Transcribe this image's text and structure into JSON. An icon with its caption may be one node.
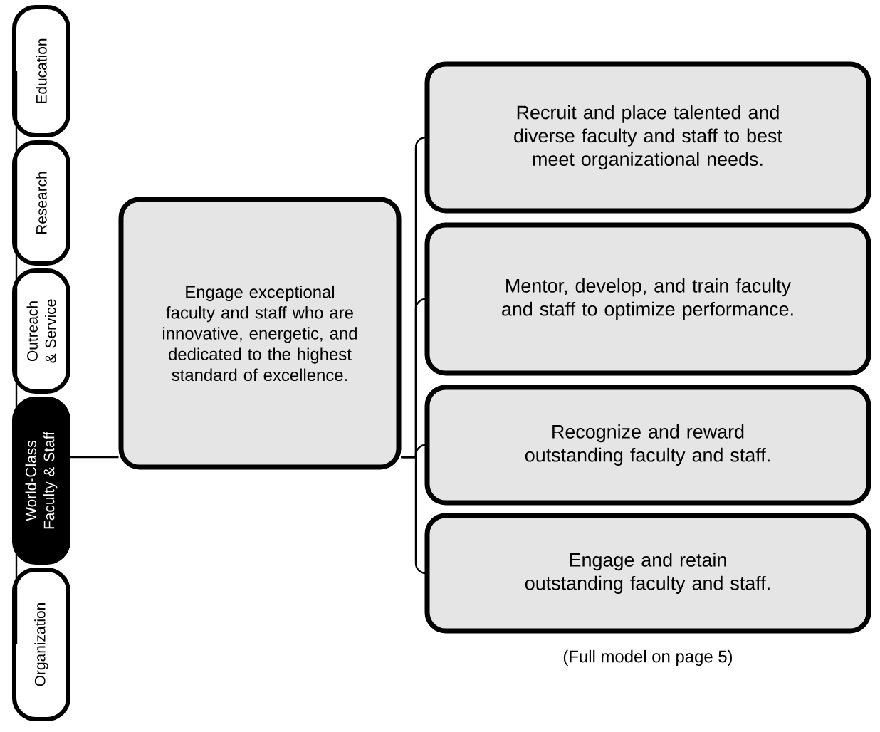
{
  "diagram": {
    "caption": "(Full model on page 5)",
    "nodes": [
      {
        "text": [
          "Education"
        ]
      },
      {
        "text": [
          "Research"
        ]
      },
      {
        "text": [
          "Outreach & Service"
        ]
      },
      {
        "text": [
          "World-Class Faculty & Staff"
        ]
      },
      {
        "text": [
          "Organization"
        ]
      },
      {
        "text": [
          "Engage exceptional faculty and staff who are innovative, energetic, and dedicated to the highest standard of excellence."
        ]
      },
      {
        "text": [
          "Recruit and place talented and diverse faculty and staff to best meet organizational needs."
        ]
      },
      {
        "text": [
          "Mentor, develop, and train faculty and staff to optimize performance."
        ]
      },
      {
        "text": [
          "Recognize and reward outstanding faculty and staff."
        ]
      },
      {
        "text": [
          "Engage and retain outstanding faculty and staff."
        ]
      }
    ],
    "edges": [
      {
        "from": 0,
        "to": 1,
        "arrow": "none"
      },
      {
        "from": 1,
        "to": 2,
        "arrow": "none"
      },
      {
        "from": 2,
        "to": 3,
        "arrow": "none"
      },
      {
        "from": 3,
        "to": 4,
        "arrow": "none"
      },
      {
        "from": 3,
        "to": 5,
        "arrow": "none"
      },
      {
        "from": 5,
        "to": 6,
        "arrow": "none"
      },
      {
        "from": 5,
        "to": 7,
        "arrow": "none"
      },
      {
        "from": 5,
        "to": 8,
        "arrow": "none"
      },
      {
        "from": 5,
        "to": 9,
        "arrow": "none"
      }
    ]
  }
}
